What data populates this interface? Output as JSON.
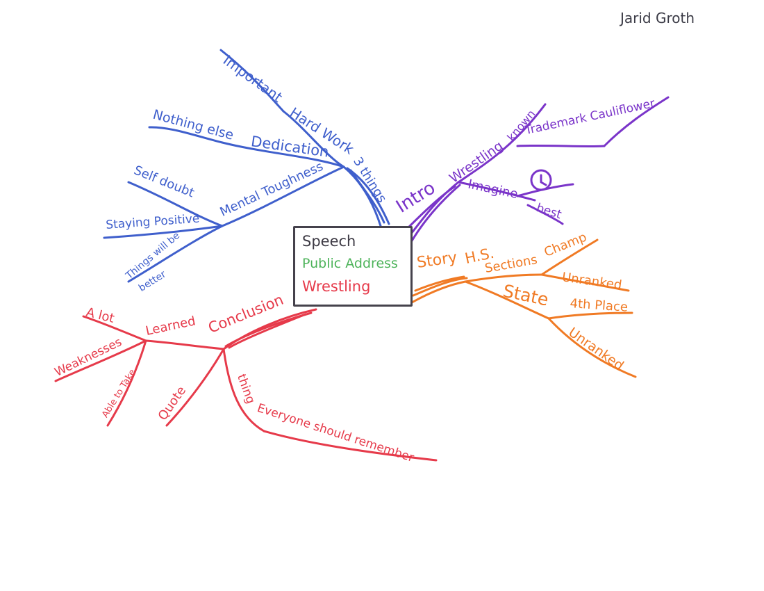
{
  "author": "Jarid Groth",
  "center": {
    "line1": "Speech",
    "line2": "Public Address",
    "line3": "Wrestling",
    "colors": {
      "line1": "#3d3a44",
      "line2": "#4db35a",
      "line3": "#e63a4a"
    }
  },
  "colors": {
    "blue": "#3f5fcc",
    "purple": "#7a34c9",
    "orange": "#f07a24",
    "red": "#e63a4a"
  },
  "blue_branch": {
    "main": "3 things",
    "hard_work": "Hard Work",
    "important": "Important",
    "dedication": "Dedication",
    "nothing_else": "Nothing else",
    "mental_toughness": "Mental Toughness",
    "self_doubt": "Self doubt",
    "staying_positive": "Staying Positive",
    "things_better_1": "Things will be",
    "things_better_2": "better"
  },
  "purple_branch": {
    "main": "Intro",
    "wrestling": "Wrestling",
    "known": "known",
    "trademark": "Trademark Cauliflower",
    "imagine": "Imagine",
    "best": "best"
  },
  "orange_branch": {
    "story": "Story",
    "hs": "H.S.",
    "sections": "Sections",
    "champ": "Champ",
    "unranked1": "Unranked",
    "state": "State",
    "fourth_place": "4th Place",
    "unranked2": "Unranked"
  },
  "red_branch": {
    "conclusion": "Conclusion",
    "learned": "Learned",
    "a_lot": "A lot",
    "weaknesses": "Weaknesses",
    "able_to_take": "Able to Take",
    "quote": "Quote",
    "thing": "thing",
    "everyone": "Everyone should remember"
  }
}
